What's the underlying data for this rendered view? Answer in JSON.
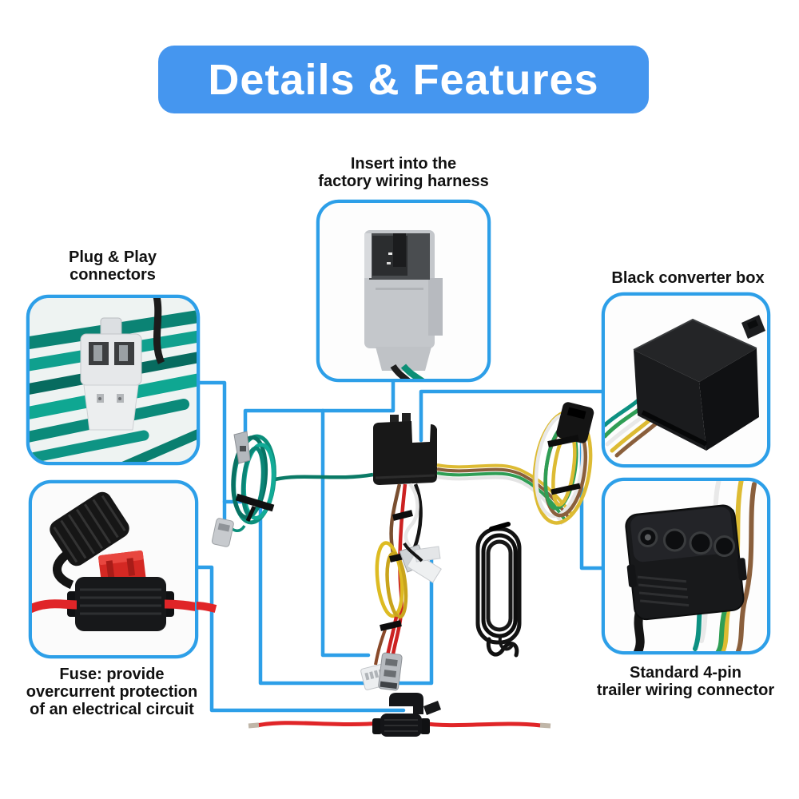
{
  "banner": {
    "title": "Details & Features"
  },
  "colors": {
    "banner_blue": "#4596ef",
    "callout_blue": "#2d9fe8",
    "label_text": "#111111",
    "background": "#ffffff",
    "teal_wire": "#0d9182",
    "red_wire": "#e02528",
    "yellow_wire": "#ddbb33",
    "brown_wire": "#8a5f3c",
    "green_wire": "#2f9e55"
  },
  "callouts": {
    "factory_harness": {
      "lines": [
        "Insert into the",
        "factory wiring harness"
      ],
      "image": "gray-factory-harness-plug-photo"
    },
    "plug_and_play": {
      "lines": [
        "Plug & Play",
        "connectors"
      ],
      "image": "white-two-pin-connector-teal-wires-photo"
    },
    "converter_box": {
      "lines": [
        "Black converter box"
      ],
      "image": "black-converter-box-photo"
    },
    "fuse": {
      "lines": [
        "Fuse: provide",
        "overcurrent protection",
        "of an electrical circuit"
      ],
      "image": "blade-fuse-holder-photo"
    },
    "four_pin": {
      "lines": [
        "Standard 4-pin",
        "trailer wiring connector"
      ],
      "image": "black-4-pin-flat-connector-photo"
    }
  },
  "center_components": [
    "green-wire-bundle",
    "factory-plug-pigtail",
    "converter-box",
    "four-flat-ribbon",
    "four-pin-wire-bundle",
    "power-wire-bundle",
    "wire-coil",
    "inline-fuse-red-wire"
  ]
}
